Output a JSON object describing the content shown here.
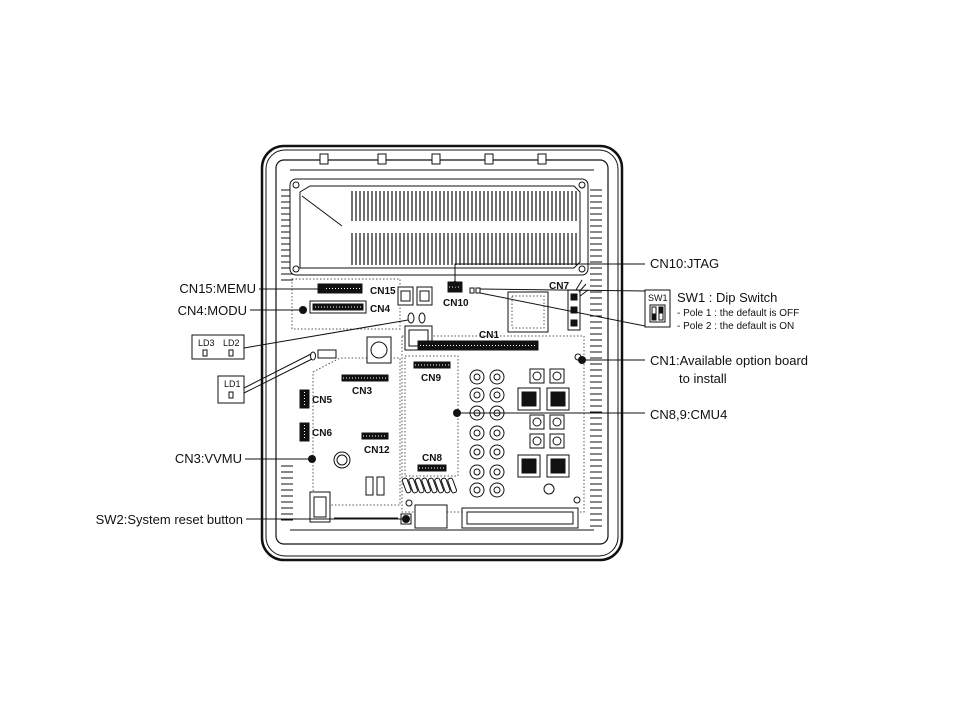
{
  "callouts": {
    "cn15": "CN15:MEMU",
    "cn4": "CN4:MODU",
    "cn10": "CN10:JTAG",
    "sw1_title": "SW1 : Dip Switch",
    "sw1_pole1": "- Pole 1 : the default is OFF",
    "sw1_pole2": "- Pole 2 : the default is ON",
    "cn1_line1": "CN1:Available option board",
    "cn1_line2": "to install",
    "cn89": "CN8,9:CMU4",
    "cn3": "CN3:VVMU",
    "sw2": "SW2:System reset button"
  },
  "insets": {
    "sw1_box": "SW1",
    "ld3": "LD3",
    "ld2": "LD2",
    "ld1": "LD1"
  },
  "board_labels": {
    "cn15": "CN15",
    "cn4": "CN4",
    "cn10": "CN10",
    "cn7": "CN7",
    "cn1": "CN1",
    "cn9": "CN9",
    "cn3": "CN3",
    "cn5": "CN5",
    "cn6": "CN6",
    "cn12": "CN12",
    "cn8": "CN8"
  },
  "colors": {
    "line": "#111111",
    "background": "#ffffff",
    "dotted_outline": "#555555"
  }
}
